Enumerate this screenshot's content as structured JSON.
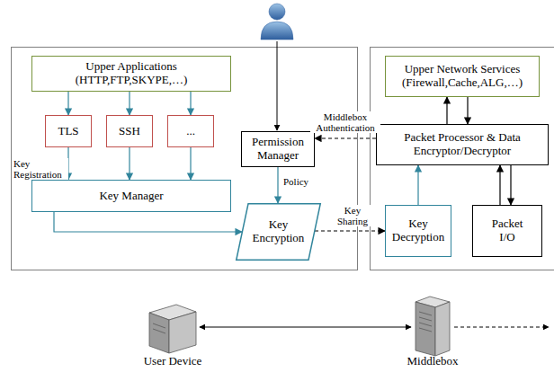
{
  "diagram": {
    "nodes": [
      {
        "text": [
          "Upper Applications (HTTP,FTP,SKYPE,…)"
        ]
      },
      {
        "text": [
          "TLS"
        ]
      },
      {
        "text": [
          "SSH"
        ]
      },
      {
        "text": [
          "..."
        ]
      },
      {
        "text": [
          "Permission Manager"
        ]
      },
      {
        "text": [
          "Key Manager"
        ]
      },
      {
        "text": [
          "Key Encryption"
        ]
      },
      {
        "text": [
          "Upper Network Services (Firewall,Cache,ALG,…)"
        ]
      },
      {
        "text": [
          "Packet Processor & Data Encryptor/Decryptor"
        ]
      },
      {
        "text": [
          "Key Decryption"
        ]
      },
      {
        "text": [
          "Packet I/O"
        ]
      }
    ],
    "edges": [
      {
        "from": 0,
        "to": 1,
        "arrow": "to"
      },
      {
        "from": 0,
        "to": 2,
        "arrow": "to"
      },
      {
        "from": 0,
        "to": 3,
        "arrow": "to"
      },
      {
        "from": 1,
        "to": 5,
        "arrow": "to",
        "label": "Key Registration"
      },
      {
        "from": 2,
        "to": 5,
        "arrow": "to"
      },
      {
        "from": 3,
        "to": 5,
        "arrow": "to"
      },
      {
        "from": 4,
        "to": 6,
        "arrow": "to",
        "label": "Policy"
      },
      {
        "from": 5,
        "to": 6,
        "arrow": "to"
      },
      {
        "from": 8,
        "to": 4,
        "arrow": "to",
        "label": "Middlebox Authentication"
      },
      {
        "from": 6,
        "to": 9,
        "arrow": "to",
        "label": "Key Sharing"
      },
      {
        "from": 9,
        "to": 8,
        "arrow": "to"
      },
      {
        "from": 8,
        "to": 7,
        "arrow": "to"
      },
      {
        "from": 7,
        "to": 8,
        "arrow": "to"
      },
      {
        "from": 10,
        "to": 8,
        "arrow": "to"
      },
      {
        "from": 8,
        "to": 10,
        "arrow": "to"
      }
    ],
    "labels": [
      "User Device",
      "Middlebox"
    ]
  }
}
